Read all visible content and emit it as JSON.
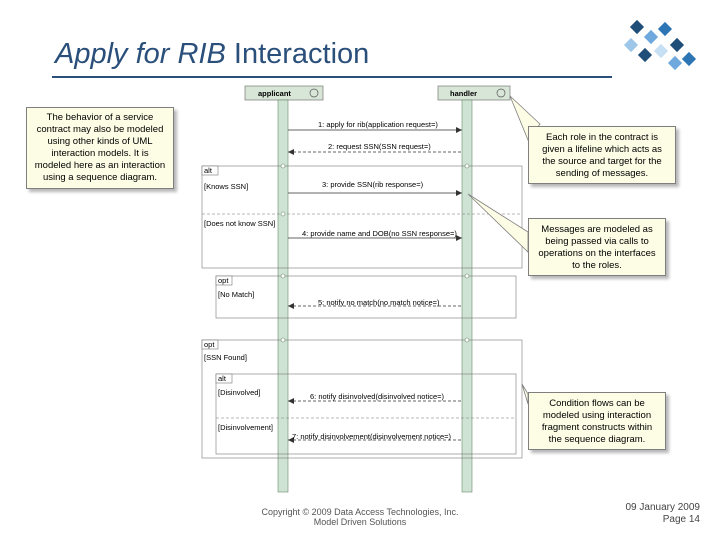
{
  "slide": {
    "title_italic": "Apply for RIB",
    "title_rest": " Interaction",
    "footer_copyright": "Copyright © 2009 Data Access Technologies, Inc.",
    "footer_org": "Model Driven Solutions",
    "footer_date": "09 January 2009",
    "footer_page": "Page 14"
  },
  "callouts": {
    "behavior": [
      "The behavior of a service",
      "contract may also be modeled",
      "using other kinds of UML",
      "interaction models. It is",
      "modeled here as an interaction",
      "using a sequence diagram."
    ],
    "roles": [
      "Each role in the contract is",
      "given a lifeline which acts as",
      "the source and target for the",
      "sending of messages."
    ],
    "messages": [
      "Messages are modeled as",
      "being passed via calls to",
      "operations on the interfaces",
      "to the roles."
    ],
    "flows": [
      "Condition flows can be",
      "modeled using interaction",
      "fragment constructs within",
      "the sequence diagram."
    ]
  },
  "diagram": {
    "lifeline_applicant": "applicant",
    "lifeline_handler": "handler",
    "messages": [
      "1: apply for rib(application request=)",
      "2: request SSN(SSN request=)",
      "3: provide SSN(rib response=)",
      "4: provide name and DOB(no SSN response=)",
      "5: notify no match(no match notice=)",
      "6: notify disinvolved(disinvolved notice=)",
      "7: notify disinvolvement(disinvolvement notice=)"
    ],
    "fragments": {
      "alt1": "alt",
      "guard_known": "[Knows SSN]",
      "guard_unknown": "[Does not know SSN]",
      "opt1": "opt",
      "guard_nomatch": "[No Match]",
      "opt2": "opt",
      "guard_found": "[SSN Found]",
      "alt2": "alt",
      "guard_disinvolved": "[Disinvolved]",
      "guard_disinvolvement": "[Disinvolvement]"
    }
  }
}
